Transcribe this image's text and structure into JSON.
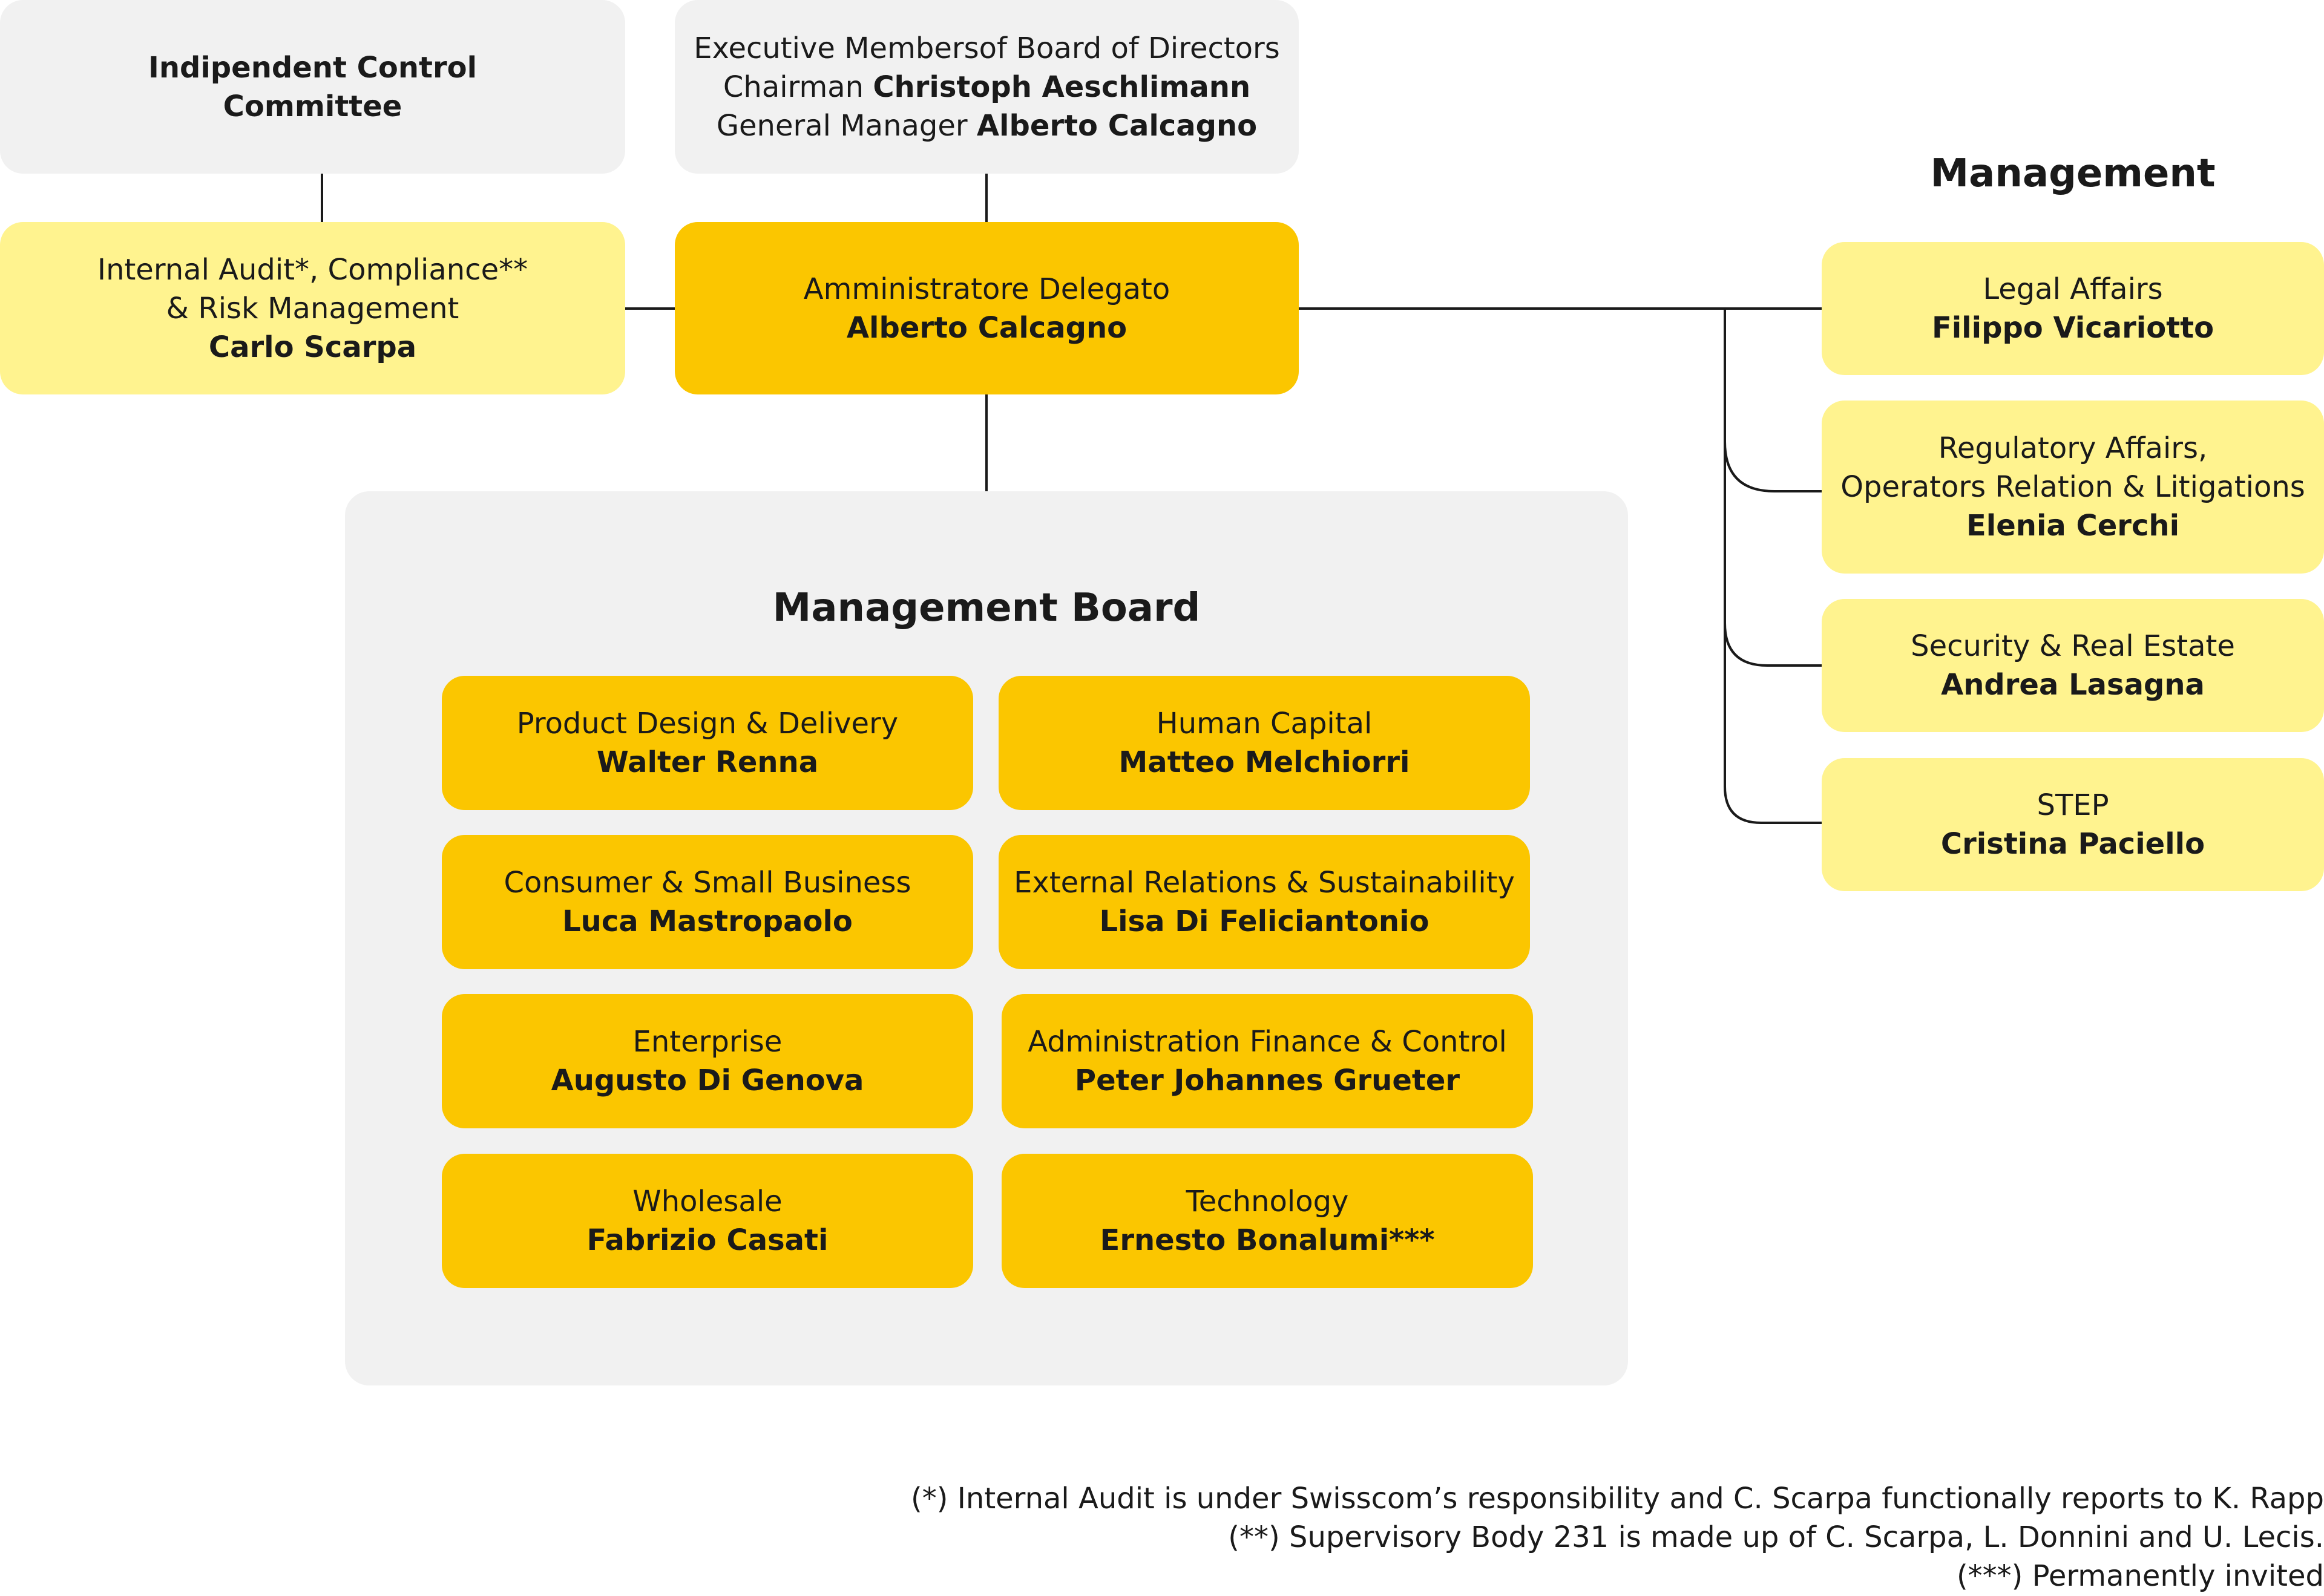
{
  "control_committee": {
    "line1": "Indipendent Control",
    "line2": "Committee"
  },
  "executive_board": {
    "line1": "Executive Membersof Board of Directors",
    "chairman_role": "Chairman ",
    "chairman_name": "Christoph Aeschlimann",
    "gm_role": "General Manager ",
    "gm_name": "Alberto Calcagno"
  },
  "internal_audit": {
    "line1": "Internal Audit*, Compliance**",
    "line2": "& Risk Management",
    "name": "Carlo Scarpa"
  },
  "ceo": {
    "role": "Amministratore Delegato",
    "name": "Alberto Calcagno"
  },
  "management": {
    "heading": "Management",
    "items": [
      {
        "lines": [
          "Legal Affairs"
        ],
        "name": "Filippo Vicariotto"
      },
      {
        "lines": [
          "Regulatory Affairs,",
          "Operators Relation & Litigations"
        ],
        "name": "Elenia Cerchi"
      },
      {
        "lines": [
          "Security & Real Estate"
        ],
        "name": "Andrea Lasagna"
      },
      {
        "lines": [
          "STEP"
        ],
        "name": "Cristina Paciello"
      }
    ]
  },
  "management_board": {
    "heading": "Management Board",
    "items": [
      {
        "role": "Product Design & Delivery",
        "name": "Walter Renna"
      },
      {
        "role": "Human Capital",
        "name": "Matteo Melchiorri"
      },
      {
        "role": "Consumer & Small Business",
        "name": "Luca Mastropaolo"
      },
      {
        "role": "External Relations & Sustainability",
        "name": "Lisa Di Feliciantonio"
      },
      {
        "role": "Enterprise",
        "name": "Augusto Di Genova"
      },
      {
        "role": "Administration Finance & Control",
        "name": "Peter Johannes Grueter"
      },
      {
        "role": "Wholesale",
        "name": "Fabrizio Casati"
      },
      {
        "role": "Technology",
        "name": "Ernesto Bonalumi***"
      }
    ]
  },
  "footnotes": [
    "(*)  Internal Audit is under Swisscom’s responsibility and C. Scarpa functionally reports to K. Rapp",
    "(**) Supervisory Body 231 is made up of C. Scarpa, L. Donnini and U. Lecis.",
    "(***) Permanently invited"
  ]
}
